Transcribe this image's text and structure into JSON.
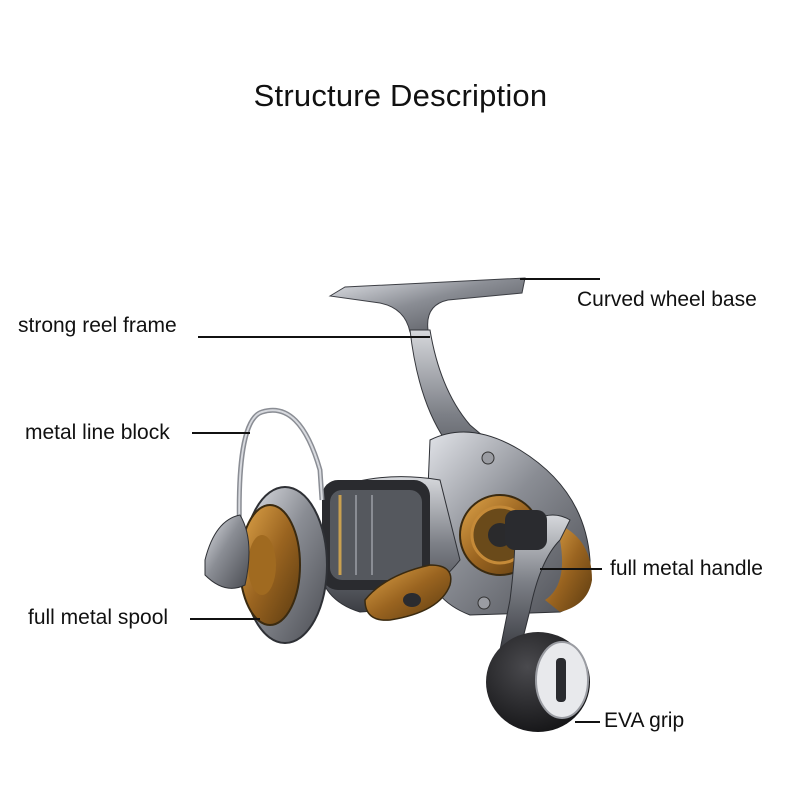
{
  "title": "Structure Description",
  "labels": {
    "curved_wheel_base": "Curved wheel base",
    "strong_reel_frame": "strong reel frame",
    "metal_line_block": "metal line block",
    "full_metal_handle": "full metal handle",
    "full_metal_spool": "full metal spool",
    "eva_grip": "EVA grip"
  },
  "colors": {
    "gunmetal": "#6e7177",
    "silver": "#c9cbd0",
    "gold": "#b27a2a",
    "dark": "#1a1a1c",
    "grip": "#2a2a2c"
  }
}
